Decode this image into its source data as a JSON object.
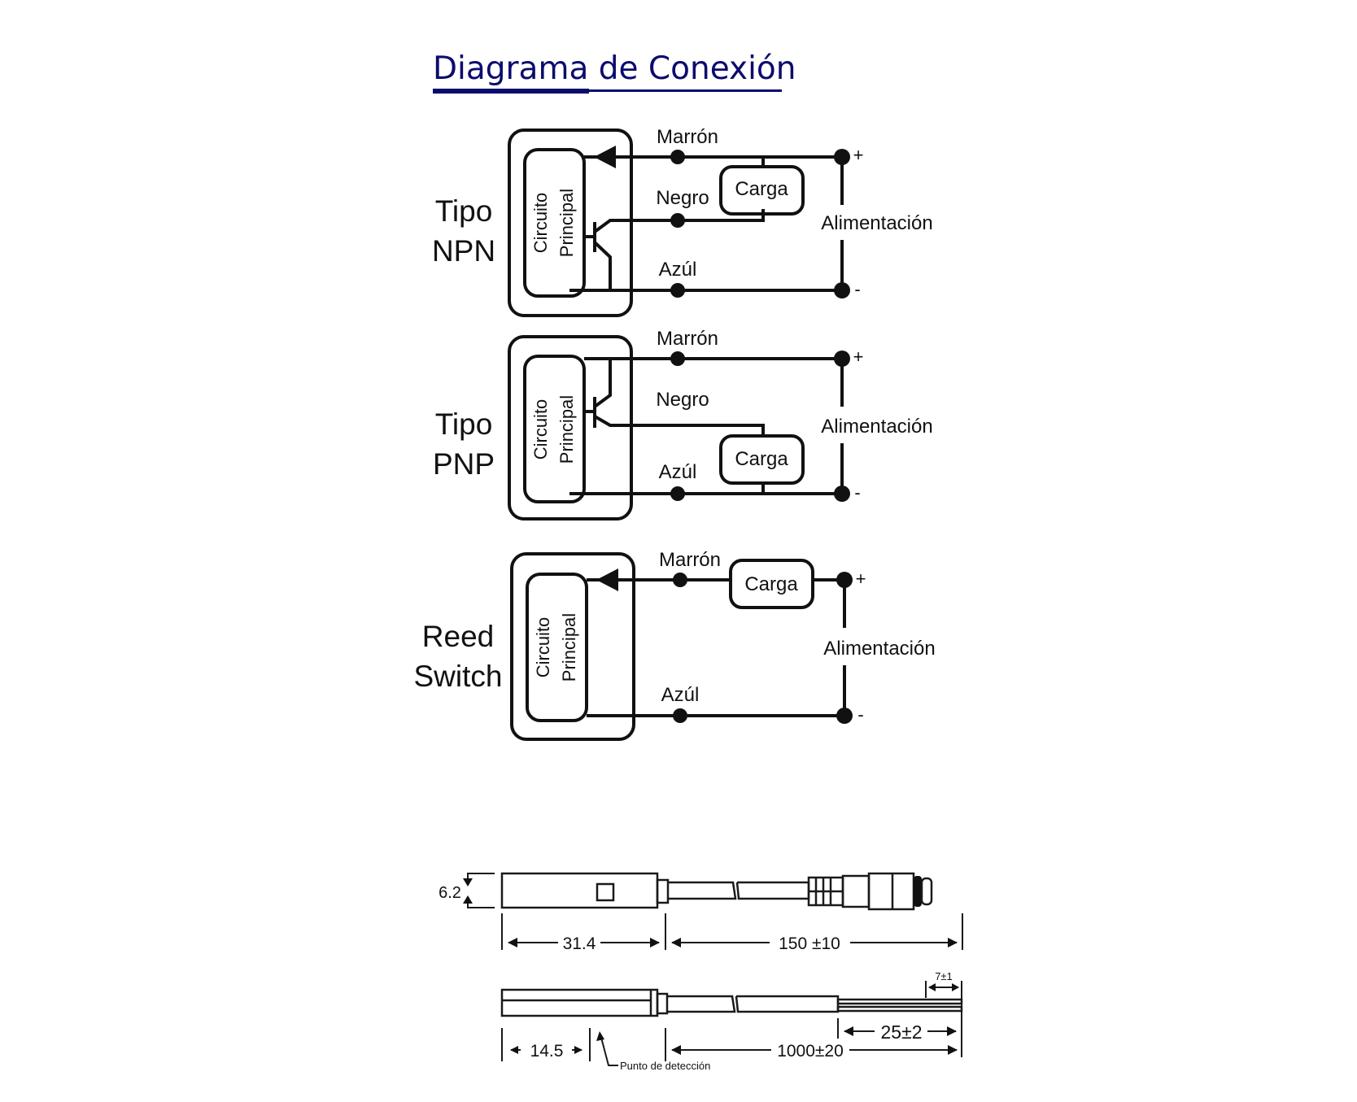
{
  "title": "Diagrama de Conexión",
  "colors": {
    "title": "#0b0b6e",
    "line": "#111111",
    "background": "#ffffff"
  },
  "common": {
    "circuit_label_line1": "Circuito",
    "circuit_label_line2": "Principal",
    "load_label": "Carga",
    "supply_label": "Alimentación",
    "plus": "+",
    "minus": "-"
  },
  "diagrams": [
    {
      "type_line1": "Tipo",
      "type_line2": "NPN",
      "wires": {
        "brown": "Marrón",
        "black": "Negro",
        "blue": "Azúl"
      }
    },
    {
      "type_line1": "Tipo",
      "type_line2": "PNP",
      "wires": {
        "brown": "Marrón",
        "black": "Negro",
        "blue": "Azúl"
      }
    },
    {
      "type_line1": "Reed",
      "type_line2": "Switch",
      "wires": {
        "brown": "Marrón",
        "blue": "Azúl"
      }
    }
  ],
  "dimensions": {
    "connector_version": {
      "height": "6.2",
      "body_length": "31.4",
      "cable_length": "150 ±10"
    },
    "cable_version": {
      "detection_offset": "14.5",
      "detection_label": "Punto de detección",
      "cable_length": "1000±20",
      "stripped_length": "25±2",
      "wire_end": "7±1"
    }
  }
}
